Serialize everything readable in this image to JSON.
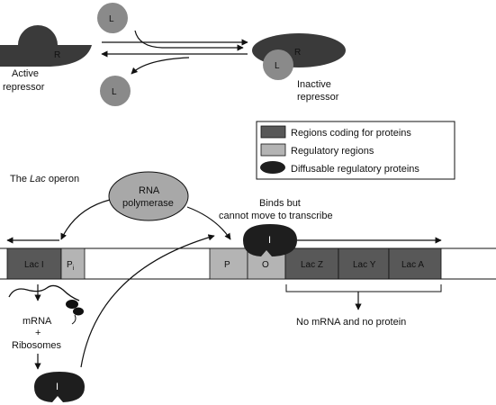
{
  "colors": {
    "coding": "#585858",
    "regulatory": "#b4b4b4",
    "diffusible": "#1e1e1e",
    "repressor_active": "#3a3a3a",
    "inducer": "#8a8a8a",
    "polymerase": "#a8a8a8"
  },
  "top": {
    "inducer_letter": "L",
    "repressor_letter": "R",
    "active_label_1": "Active",
    "active_label_2": "repressor",
    "inactive_label_1": "Inactive",
    "inactive_label_2": "repressor"
  },
  "legend": {
    "coding": "Regions coding for proteins",
    "regulatory": "Regulatory regions",
    "diffusible": "Diffusable regulatory proteins"
  },
  "operon": {
    "title_prefix": "The ",
    "title_italic": "Lac",
    "title_suffix": " operon",
    "polymerase_1": "RNA",
    "polymerase_2": "polymerase",
    "binds_1": "Binds but",
    "binds_2": "cannot move to transcribe",
    "repressor_letter": "I"
  },
  "genes": {
    "lacI": "Lac I",
    "pi_base": "P",
    "pi_sub": "i",
    "p": "P",
    "o": "O",
    "lacZ": "Lac Z",
    "lacY": "Lac Y",
    "lacA": "Lac A"
  },
  "bottom": {
    "mrna": "mRNA",
    "plus": "+",
    "ribosomes": "Ribosomes",
    "no_mrna": "No mRNA and no protein",
    "repressor_letter": "I"
  }
}
